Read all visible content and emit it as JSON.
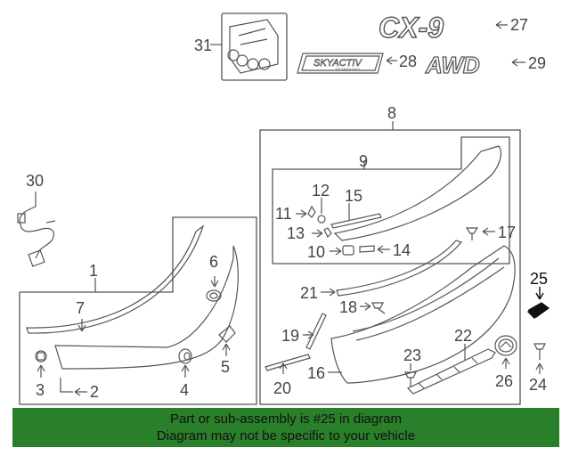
{
  "labels": {
    "p1": "1",
    "p2": "2",
    "p3": "3",
    "p4": "4",
    "p5": "5",
    "p6": "6",
    "p7": "7",
    "p8": "8",
    "p9": "9",
    "p10": "10",
    "p11": "11",
    "p12": "12",
    "p13": "13",
    "p14": "14",
    "p15": "15",
    "p16": "16",
    "p17": "17",
    "p18": "18",
    "p19": "19",
    "p20": "20",
    "p21": "21",
    "p22": "22",
    "p23": "23",
    "p24": "24",
    "p25": "25",
    "p26": "26",
    "p27": "27",
    "p28": "28",
    "p29": "29",
    "p30": "30",
    "p31": "31"
  },
  "emblems": {
    "cx9": "CX-9",
    "skyactiv": "SKYACTIV",
    "skyactiv_sub": "TECHNOLOGY",
    "awd": "AWD"
  },
  "banner": {
    "line1": "Part or sub-assembly is #25 in diagram",
    "line2": "Diagram may not be specific to your vehicle"
  },
  "colors": {
    "banner": "#2a7f2a",
    "highlight_part": "#111111",
    "line": "#555555"
  }
}
